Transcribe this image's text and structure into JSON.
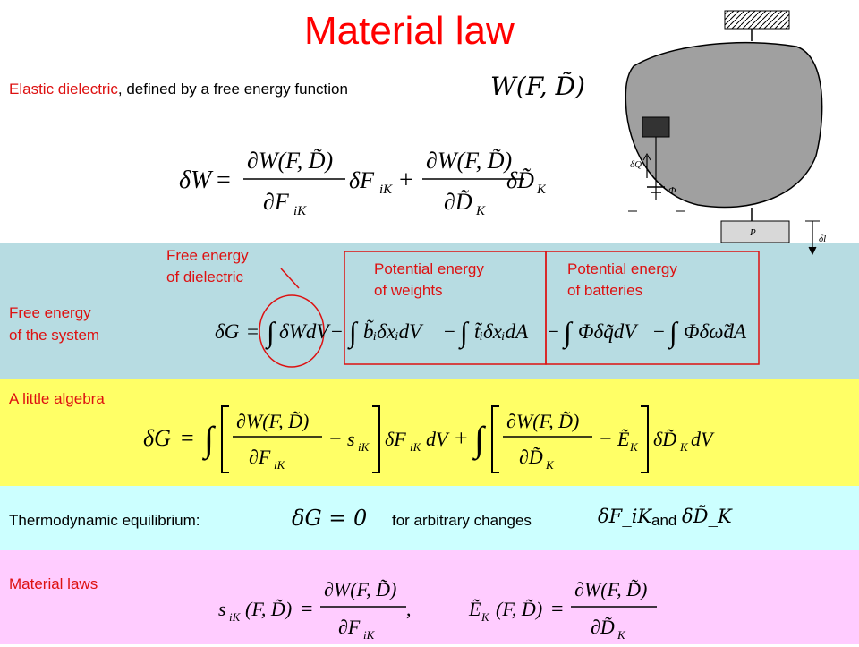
{
  "title": "Material law",
  "intro": {
    "highlight": "Elastic dielectric",
    "rest": ", defined by a free energy function",
    "formula": "W(F, D̃)"
  },
  "variation_eq": "δW = ∂W(F,D̃)/∂F_iK · δF_iK + ∂W(F,D̃)/∂D̃_K · δD̃_K",
  "system": {
    "label_line1": "Free energy",
    "label_line2": "of the system",
    "annot_dielectric_1": "Free energy",
    "annot_dielectric_2": "of dielectric",
    "annot_weights_1": "Potential energy",
    "annot_weights_2": "of weights",
    "annot_batteries_1": "Potential energy",
    "annot_batteries_2": "of batteries",
    "equation": "δG = ∫δW dV − ∫b̃ᵢδxᵢ dV − ∫t̃ᵢδxᵢ dA − ∫Φδq̃ dV − ∫Φδω̃ dA"
  },
  "algebra": {
    "label": "A little algebra",
    "equation": "δG = ∫[∂W(F,D̃)/∂F_iK − s_iK] δF_iK dV + ∫[∂W(F,D̃)/∂D̃_K − Ẽ_K] δD̃_K dV"
  },
  "equilibrium": {
    "label": "Thermodynamic equilibrium:",
    "condition": "δG = 0",
    "middle": "for arbitrary changes",
    "var1": "δF_iK",
    "and": "and",
    "var2": "δD̃_K"
  },
  "laws": {
    "label": "Material laws",
    "law1": "s_iK(F,D̃) = ∂W(F,D̃)/∂F_iK,",
    "law2": "Ẽ_K(F,D̃) = ∂W(F,D̃)/∂D̃_K"
  },
  "diagram": {
    "charge_label": "δQ",
    "potential_label": "Φ",
    "weight_label": "P",
    "disp_label": "δl"
  },
  "colors": {
    "band_system": "#b7dce2",
    "band_algebra": "#ffff66",
    "band_equilibrium": "#ccffff",
    "band_laws": "#ffccff",
    "title": "#ff0000",
    "accent": "#dd1111"
  }
}
